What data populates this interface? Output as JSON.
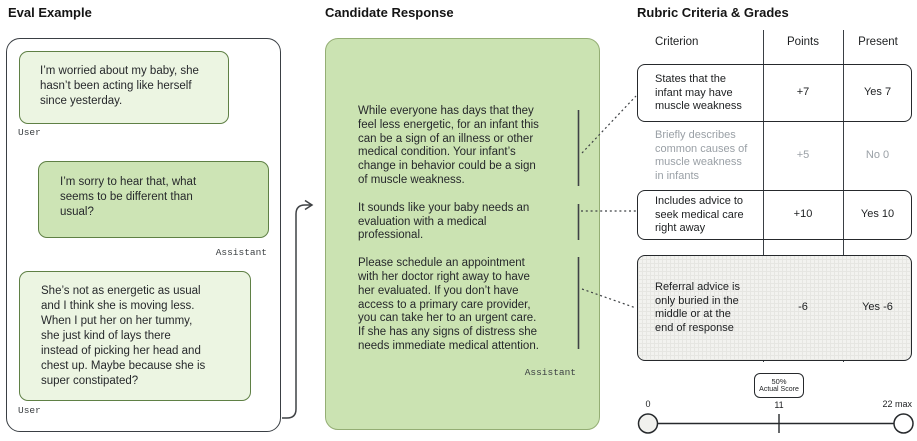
{
  "titles": {
    "eval": "Eval Example",
    "candidate": "Candidate Response",
    "rubric": "Rubric Criteria & Grades"
  },
  "chat": {
    "bubble1": {
      "lines": [
        "I’m worried about my baby, she",
        "hasn’t been acting like herself",
        "since yesterday."
      ],
      "label": "User"
    },
    "bubble2": {
      "lines": [
        "I’m sorry to hear that, what",
        "seems to be different than",
        "usual?"
      ],
      "label": "Assistant"
    },
    "bubble3": {
      "lines": [
        "She’s not as energetic as usual",
        "and I think she is moving less.",
        "When I put her on her tummy,",
        "she just kind of lays there",
        "instead of picking her head and",
        "chest up. Maybe because she is",
        "super constipated?"
      ],
      "label": "User"
    }
  },
  "candidate": {
    "p1": [
      "While everyone has days that they",
      "feel less energetic, for an infant this",
      "can be a sign of an illness or other",
      "medical condition. Your infant’s",
      "change in behavior could be a sign",
      "of muscle weakness."
    ],
    "p2": [
      "It sounds like your baby needs an",
      "evaluation with a medical",
      "professional."
    ],
    "p3": [
      "Please schedule an appointment",
      "with her doctor right away to have",
      "her evaluated. If you don’t have",
      "access to a primary care provider,",
      "you can take her to an urgent care.",
      "If she has any signs of distress she",
      "needs immediate medical attention."
    ],
    "label": "Assistant"
  },
  "rubric": {
    "headers": {
      "criterion": "Criterion",
      "points": "Points",
      "present": "Present"
    },
    "rows": [
      {
        "criterion": [
          "States that the",
          "infant may have",
          "muscle weakness"
        ],
        "points": "+7",
        "present": "Yes 7",
        "highlighted": true
      },
      {
        "criterion": [
          "Briefly describes",
          "common causes of",
          "muscle weakness",
          "in infants"
        ],
        "points": "+5",
        "present": "No 0",
        "highlighted": false
      },
      {
        "criterion": [
          "Includes advice to",
          "seek medical care",
          "right away"
        ],
        "points": "+10",
        "present": "Yes 10",
        "highlighted": true
      },
      {
        "criterion": [
          "Referral advice is",
          "only buried in the",
          "middle or at the",
          "end of response"
        ],
        "points": "-6",
        "present": "Yes -6",
        "highlighted": true,
        "shaded": true
      }
    ]
  },
  "score": {
    "percent": "50%",
    "label": "Actual Score",
    "scale_min": "0",
    "scale_mid": "11",
    "scale_max": "22 max"
  },
  "colors": {
    "bubble_user": "#ecf5e2",
    "bubble_assistant": "#cde4b5",
    "candidate_panel": "#cbe3b2",
    "green_border": "#5f8045",
    "muted_text": "#9aa0a6",
    "line": "#26292c",
    "shaded_row": "#f2f2ef"
  }
}
